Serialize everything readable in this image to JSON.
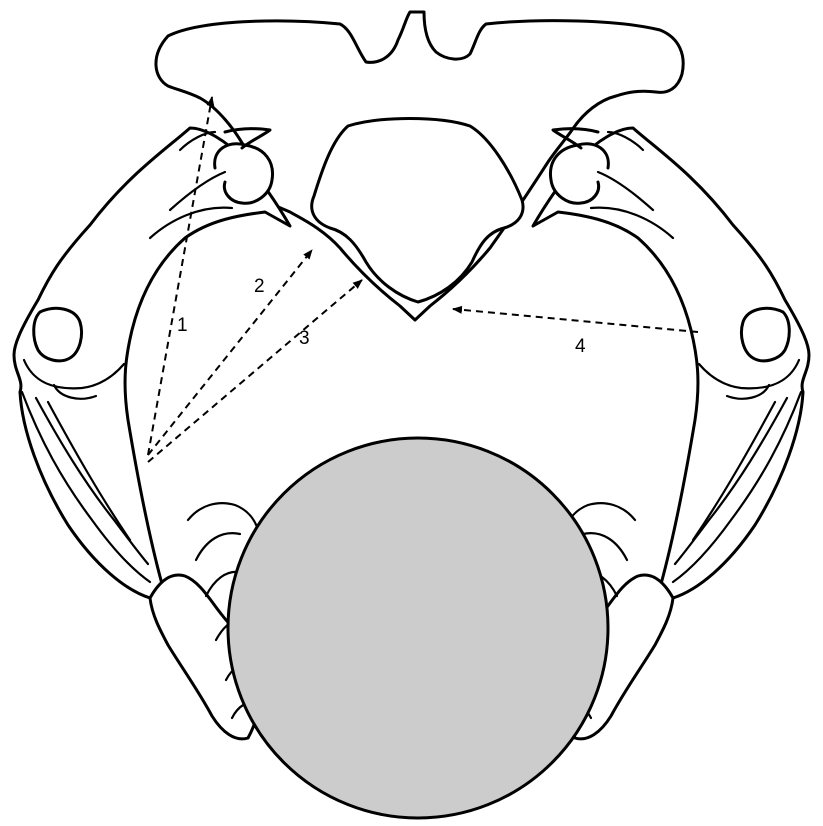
{
  "labels": {
    "arrow_1": "1",
    "arrow_2": "2",
    "arrow_3": "3",
    "arrow_4": "4"
  },
  "colors": {
    "fetal_head_fill": "#cccccc",
    "outline": "#000000",
    "background": "#ffffff"
  }
}
